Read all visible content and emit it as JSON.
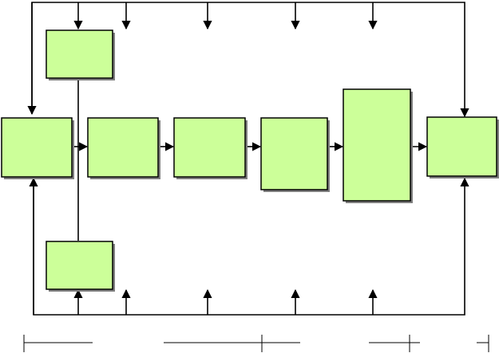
{
  "diagram": {
    "box_fill": "#ccff99",
    "box_stroke": "#000000",
    "shadow_color": "#7f7f7f",
    "line_color": "#000000",
    "boxes": [
      {
        "id": "top-left-box",
        "label": ""
      },
      {
        "id": "bottom-left-box",
        "label": ""
      },
      {
        "id": "process-box-1",
        "label": ""
      },
      {
        "id": "process-box-2",
        "label": ""
      },
      {
        "id": "process-box-3",
        "label": ""
      },
      {
        "id": "process-box-4",
        "label": ""
      },
      {
        "id": "process-box-5-tall",
        "label": ""
      },
      {
        "id": "output-box",
        "label": ""
      }
    ]
  }
}
